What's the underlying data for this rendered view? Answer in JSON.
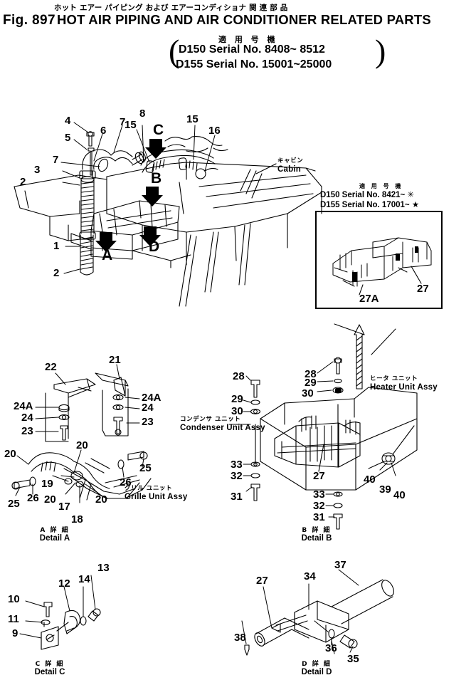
{
  "header": {
    "figure_number": "Fig. 897",
    "title_jp": "ホット エアー パイピング および エアーコンディショナ 関 連 部 品",
    "title_en": "HOT AIR PIPING AND AIR CONDITIONER RELATED PARTS",
    "serial_jp": "適 用 号 機",
    "serial_line1": "D150  Serial No. 8408~ 8512",
    "serial_line2": "D155  Serial No. 15001~25000",
    "paren_left": "(",
    "paren_right": ")"
  },
  "inset": {
    "header_jp": "適 用 号 機",
    "header_line1": "D150   Serial No. 8421~ ✳",
    "header_line2": "D155   Serial No. 17001~ ★",
    "callouts": [
      {
        "id": "inset-27",
        "text": "27"
      },
      {
        "id": "inset-27a",
        "text": "27A"
      }
    ]
  },
  "labels": {
    "cabin": {
      "jp": "キャビン",
      "en": "Cabin"
    },
    "condenser": {
      "jp": "コンデンサ ユニット",
      "en": "Condenser Unit Assy"
    },
    "heater": {
      "jp": "ヒータ ユニット",
      "en": "Heater Unit Assy"
    },
    "grille": {
      "jp": "グリル ユニット",
      "en": "Grille Unit Assy"
    }
  },
  "detail_titles": [
    {
      "id": "detail-a",
      "jp": "A 詳 細",
      "en": "Detail A"
    },
    {
      "id": "detail-b",
      "jp": "B 詳 細",
      "en": "Detail B"
    },
    {
      "id": "detail-c",
      "jp": "C 詳 細",
      "en": "Detail C"
    },
    {
      "id": "detail-d",
      "jp": "D 詳 細",
      "en": "Detail D"
    }
  ],
  "section_letters": [
    {
      "id": "sec-a",
      "text": "A"
    },
    {
      "id": "sec-b",
      "text": "B"
    },
    {
      "id": "sec-c",
      "text": "C"
    },
    {
      "id": "sec-d",
      "text": "D"
    }
  ],
  "callouts_main": [
    {
      "id": "m-4",
      "text": "4"
    },
    {
      "id": "m-5",
      "text": "5"
    },
    {
      "id": "m-6",
      "text": "6"
    },
    {
      "id": "m-7a",
      "text": "7"
    },
    {
      "id": "m-7b",
      "text": "7"
    },
    {
      "id": "m-3",
      "text": "3"
    },
    {
      "id": "m-2a",
      "text": "2"
    },
    {
      "id": "m-1",
      "text": "1"
    },
    {
      "id": "m-2b",
      "text": "2"
    },
    {
      "id": "m-8",
      "text": "8"
    },
    {
      "id": "m-15a",
      "text": "15"
    },
    {
      "id": "m-15b",
      "text": "15"
    },
    {
      "id": "m-16",
      "text": "16"
    }
  ],
  "callouts_detail_a": [
    {
      "id": "a-22",
      "text": "22"
    },
    {
      "id": "a-21",
      "text": "21"
    },
    {
      "id": "a-24a1",
      "text": "24A"
    },
    {
      "id": "a-24a2",
      "text": "24A"
    },
    {
      "id": "a-24-1",
      "text": "24"
    },
    {
      "id": "a-24-2",
      "text": "24"
    },
    {
      "id": "a-23-1",
      "text": "23"
    },
    {
      "id": "a-23-2",
      "text": "23"
    },
    {
      "id": "a-20-1",
      "text": "20"
    },
    {
      "id": "a-20-2",
      "text": "20"
    },
    {
      "id": "a-20-3",
      "text": "20"
    },
    {
      "id": "a-20-4",
      "text": "20"
    },
    {
      "id": "a-19",
      "text": "19"
    },
    {
      "id": "a-17",
      "text": "17"
    },
    {
      "id": "a-18",
      "text": "18"
    },
    {
      "id": "a-25-1",
      "text": "25"
    },
    {
      "id": "a-25-2",
      "text": "25"
    },
    {
      "id": "a-26-1",
      "text": "26"
    },
    {
      "id": "a-26-2",
      "text": "26"
    }
  ],
  "callouts_detail_b": [
    {
      "id": "b-28-1",
      "text": "28"
    },
    {
      "id": "b-28-2",
      "text": "28"
    },
    {
      "id": "b-29-1",
      "text": "29"
    },
    {
      "id": "b-29-2",
      "text": "29"
    },
    {
      "id": "b-30-1",
      "text": "30"
    },
    {
      "id": "b-30-2",
      "text": "30"
    },
    {
      "id": "b-33-1",
      "text": "33"
    },
    {
      "id": "b-33-2",
      "text": "33"
    },
    {
      "id": "b-32-1",
      "text": "32"
    },
    {
      "id": "b-32-2",
      "text": "32"
    },
    {
      "id": "b-31-1",
      "text": "31"
    },
    {
      "id": "b-31-2",
      "text": "31"
    },
    {
      "id": "b-27",
      "text": "27"
    },
    {
      "id": "b-39",
      "text": "39"
    },
    {
      "id": "b-40-1",
      "text": "40"
    },
    {
      "id": "b-40-2",
      "text": "40"
    }
  ],
  "callouts_detail_c": [
    {
      "id": "c-9",
      "text": "9"
    },
    {
      "id": "c-10",
      "text": "10"
    },
    {
      "id": "c-11",
      "text": "11"
    },
    {
      "id": "c-12",
      "text": "12"
    },
    {
      "id": "c-13",
      "text": "13"
    },
    {
      "id": "c-14",
      "text": "14"
    }
  ],
  "callouts_detail_d": [
    {
      "id": "d-27",
      "text": "27"
    },
    {
      "id": "d-34",
      "text": "34"
    },
    {
      "id": "d-35",
      "text": "35"
    },
    {
      "id": "d-36",
      "text": "36"
    },
    {
      "id": "d-37",
      "text": "37"
    },
    {
      "id": "d-38",
      "text": "38"
    }
  ],
  "colors": {
    "ink": "#000000",
    "paper": "#ffffff"
  }
}
